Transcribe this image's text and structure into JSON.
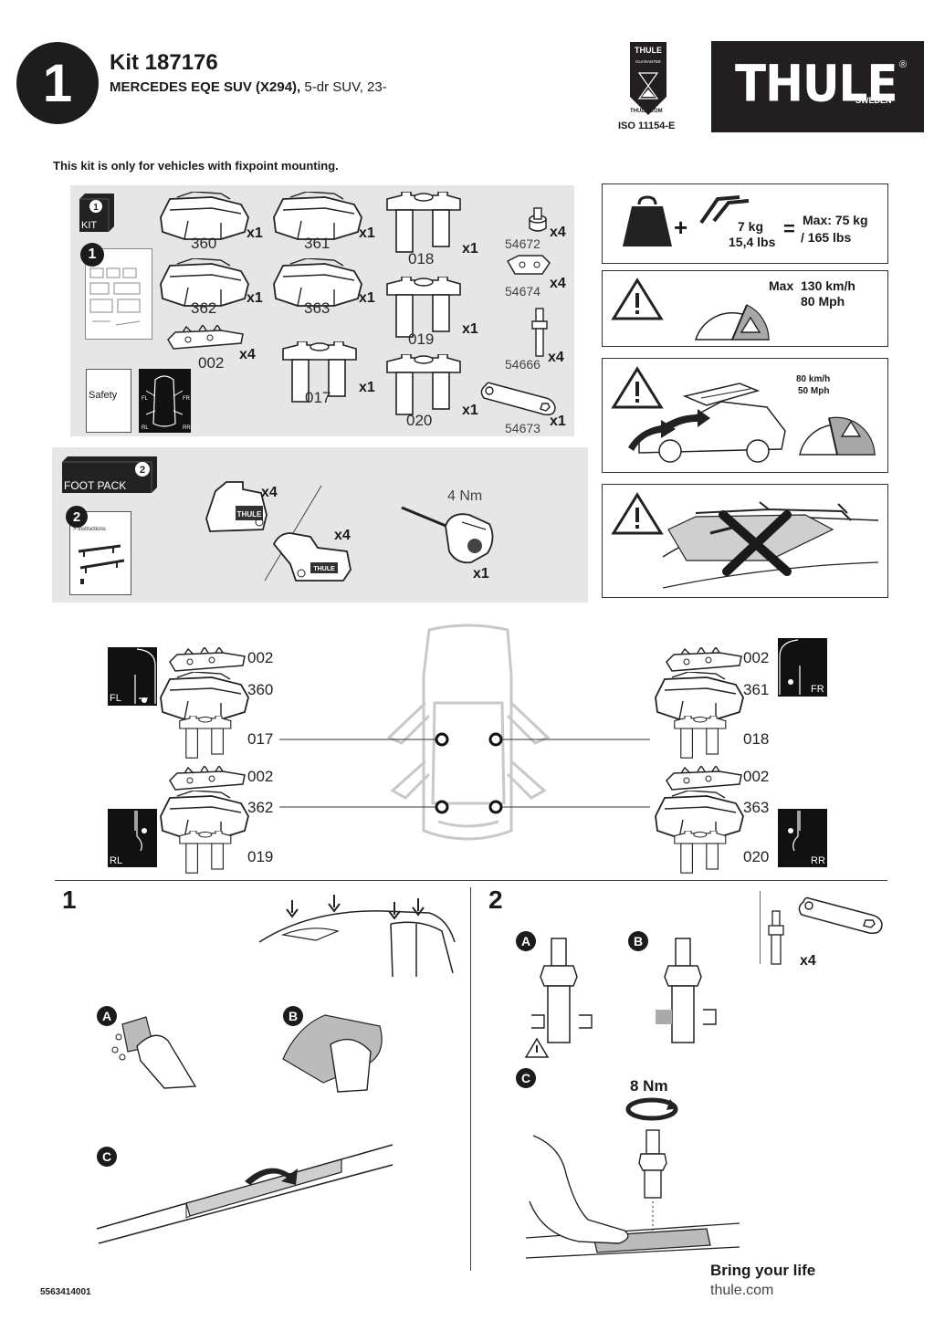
{
  "header": {
    "step_number": "1",
    "kit_title": "Kit 187176",
    "vehicle_bold": "MERCEDES EQE SUV (X294),",
    "vehicle_rest": " 5-dr SUV, 23-",
    "guarantee_brand": "THULE",
    "guarantee_label": "GUARANTEE",
    "guarantee_url": "THULE.COM",
    "iso": "ISO 11154-E",
    "logo": "THULE",
    "logo_sub": "SWEDEN",
    "logo_reg": "®"
  },
  "notice": "This kit is only for vehicles with fixpoint mounting.",
  "kit_panel": {
    "badge_num": "1",
    "badge_label": "KIT",
    "instr_num": "1",
    "safety_label": "Safety",
    "car_labels": [
      "FL",
      "FR",
      "RL",
      "RR"
    ],
    "parts": [
      {
        "code": "360",
        "qty": "x1"
      },
      {
        "code": "361",
        "qty": "x1"
      },
      {
        "code": "362",
        "qty": "x1"
      },
      {
        "code": "363",
        "qty": "x1"
      },
      {
        "code": "002",
        "qty": "x4"
      },
      {
        "code": "017",
        "qty": "x1"
      },
      {
        "code": "018",
        "qty": "x1"
      },
      {
        "code": "019",
        "qty": "x1"
      },
      {
        "code": "020",
        "qty": "x1"
      },
      {
        "code": "54672",
        "qty": "x4"
      },
      {
        "code": "54674",
        "qty": "x4"
      },
      {
        "code": "54666",
        "qty": "x4"
      },
      {
        "code": "54673",
        "qty": "x1"
      }
    ]
  },
  "foot_pack": {
    "badge_num": "2",
    "badge_label": "FOOT PACK",
    "instr_num": "2",
    "instr_label": "> Instructions",
    "foot1_qty": "x4",
    "foot2_qty": "x4",
    "tool_torque": "4 Nm",
    "tool_qty": "x1"
  },
  "warnings": {
    "load_bar_kg": "7 kg",
    "load_bar_lbs": "15,4 lbs",
    "load_eq": "=",
    "load_plus": "+",
    "load_max_kg": "Max: 75 kg",
    "load_max_lbs": "/ 165 lbs",
    "speed_max": "Max",
    "speed_kmh": "130 km/h",
    "speed_mph": "80 Mph",
    "loaded_kmh": "80 km/h",
    "loaded_mph": "50 Mph"
  },
  "positions": {
    "fl": {
      "corner": "FL",
      "pad": "002",
      "foot": "360",
      "clamp": "017"
    },
    "fr": {
      "corner": "FR",
      "pad": "002",
      "foot": "361",
      "clamp": "018"
    },
    "rl": {
      "corner": "RL",
      "pad": "002",
      "foot": "362",
      "clamp": "019"
    },
    "rr": {
      "corner": "RR",
      "pad": "002",
      "foot": "363",
      "clamp": "020"
    }
  },
  "step1": {
    "number": "1",
    "a": "A",
    "b": "B",
    "c": "C"
  },
  "step2": {
    "number": "2",
    "a": "A",
    "b": "B",
    "c": "C",
    "qty": "x4",
    "torque": "8 Nm"
  },
  "footer": {
    "doc_number": "5563414001",
    "slogan": "Bring your life",
    "url": "thule.com"
  }
}
